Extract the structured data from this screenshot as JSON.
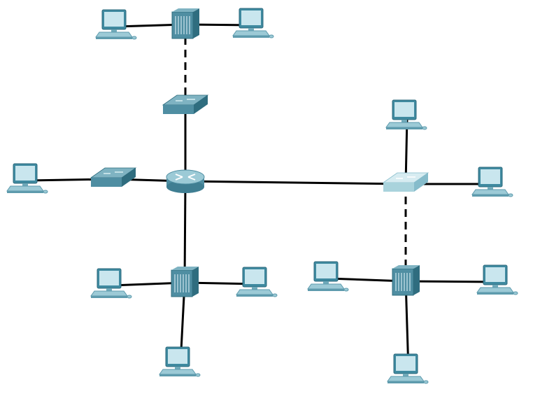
{
  "diagram": {
    "type": "network-topology",
    "colors": {
      "background": "#ffffff",
      "link": "#000000",
      "device_dark": "#4f8ea2",
      "device_light": "#a9d3dc",
      "pc_screen": "#c9e6ee",
      "pc_body": "#3f8aa0"
    },
    "nodes": [
      {
        "id": "hub-top",
        "kind": "hub",
        "icon": "hub-icon"
      },
      {
        "id": "pc-top-left",
        "kind": "pc",
        "icon": "pc-icon"
      },
      {
        "id": "pc-top-right",
        "kind": "pc",
        "icon": "pc-icon"
      },
      {
        "id": "switch-top",
        "kind": "switch",
        "icon": "switch-icon"
      },
      {
        "id": "router-center",
        "kind": "router",
        "icon": "router-icon"
      },
      {
        "id": "switch-left",
        "kind": "switch",
        "icon": "switch-icon"
      },
      {
        "id": "pc-left",
        "kind": "pc",
        "icon": "pc-icon"
      },
      {
        "id": "hub-bottom-left",
        "kind": "hub",
        "icon": "hub-icon"
      },
      {
        "id": "pc-bl-left",
        "kind": "pc",
        "icon": "pc-icon"
      },
      {
        "id": "pc-bl-right",
        "kind": "pc",
        "icon": "pc-icon"
      },
      {
        "id": "pc-bl-bottom",
        "kind": "pc",
        "icon": "pc-icon"
      },
      {
        "id": "switch-right",
        "kind": "switch",
        "icon": "switch-icon",
        "variant": "light"
      },
      {
        "id": "pc-right-top",
        "kind": "pc",
        "icon": "pc-icon"
      },
      {
        "id": "pc-right",
        "kind": "pc",
        "icon": "pc-icon"
      },
      {
        "id": "hub-bottom-right",
        "kind": "hub",
        "icon": "hub-icon"
      },
      {
        "id": "pc-br-left",
        "kind": "pc",
        "icon": "pc-icon"
      },
      {
        "id": "pc-br-right",
        "kind": "pc",
        "icon": "pc-icon"
      },
      {
        "id": "pc-br-bottom",
        "kind": "pc",
        "icon": "pc-icon"
      }
    ],
    "links": [
      {
        "from": "pc-top-left",
        "to": "hub-top",
        "style": "solid"
      },
      {
        "from": "hub-top",
        "to": "pc-top-right",
        "style": "solid"
      },
      {
        "from": "hub-top",
        "to": "switch-top",
        "style": "dashed"
      },
      {
        "from": "switch-top",
        "to": "router-center",
        "style": "solid"
      },
      {
        "from": "pc-left",
        "to": "switch-left",
        "style": "solid"
      },
      {
        "from": "switch-left",
        "to": "router-center",
        "style": "solid"
      },
      {
        "from": "router-center",
        "to": "switch-right",
        "style": "solid"
      },
      {
        "from": "router-center",
        "to": "hub-bottom-left",
        "style": "solid"
      },
      {
        "from": "pc-bl-left",
        "to": "hub-bottom-left",
        "style": "solid"
      },
      {
        "from": "hub-bottom-left",
        "to": "pc-bl-right",
        "style": "solid"
      },
      {
        "from": "hub-bottom-left",
        "to": "pc-bl-bottom",
        "style": "solid"
      },
      {
        "from": "pc-right-top",
        "to": "switch-right",
        "style": "solid"
      },
      {
        "from": "switch-right",
        "to": "pc-right",
        "style": "solid"
      },
      {
        "from": "switch-right",
        "to": "hub-bottom-right",
        "style": "dashed"
      },
      {
        "from": "pc-br-left",
        "to": "hub-bottom-right",
        "style": "solid"
      },
      {
        "from": "hub-bottom-right",
        "to": "pc-br-right",
        "style": "solid"
      },
      {
        "from": "hub-bottom-right",
        "to": "pc-br-bottom",
        "style": "solid"
      }
    ]
  }
}
